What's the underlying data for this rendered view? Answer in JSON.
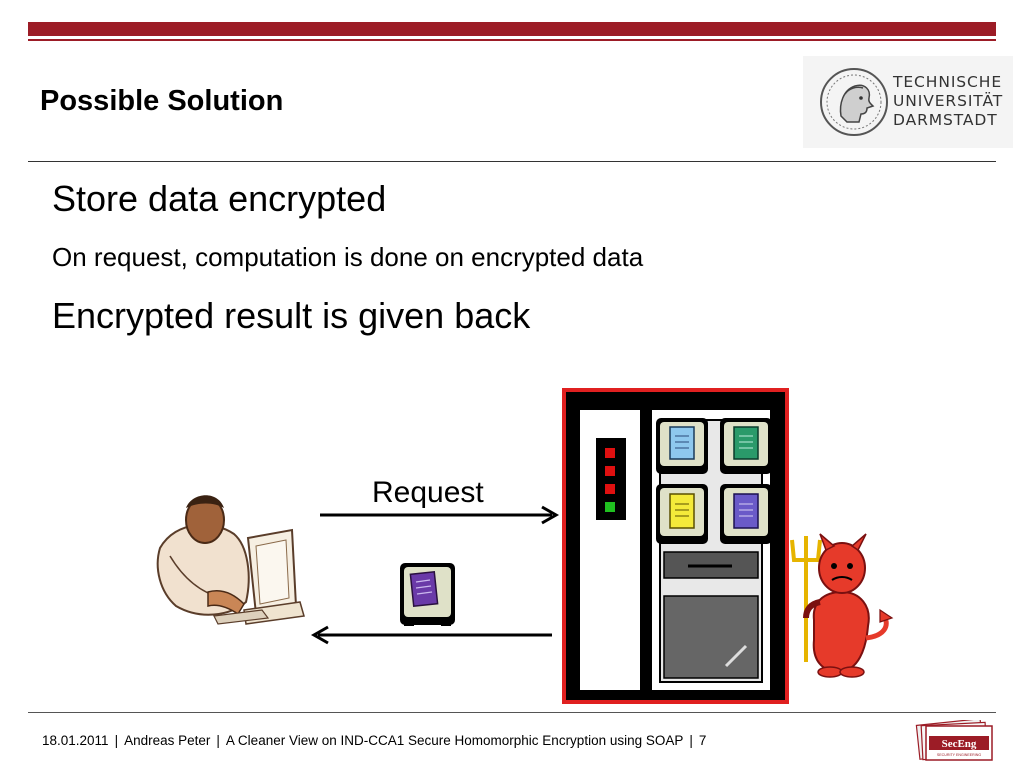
{
  "header": {
    "title": "Possible Solution",
    "logo_lines": [
      "TECHNISCHE",
      "UNIVERSITÄT",
      "DARMSTADT"
    ]
  },
  "content": {
    "bullets": [
      "Store data encrypted",
      "On request, computation is done on encrypted data",
      "Encrypted result is given back"
    ],
    "request_label": "Request"
  },
  "footer": {
    "date": "18.01.2011",
    "author": "Andreas Peter",
    "talk_title": "A Cleaner View on IND-CCA1 Secure Homomorphic Encryption using SOAP",
    "page": "7",
    "separator": "|",
    "logo_text": "SecEng",
    "logo_subtext": "SECURITY ENGINEERING"
  },
  "colors": {
    "brand_red": "#9c1c26",
    "server_border": "#e02020",
    "led_red": "#e01010",
    "led_green": "#20c020"
  },
  "icons": [
    "person-at-computer-icon",
    "server-rack-icon",
    "encrypted-document-icon",
    "devil-icon",
    "arrow-right-icon",
    "arrow-left-icon"
  ]
}
